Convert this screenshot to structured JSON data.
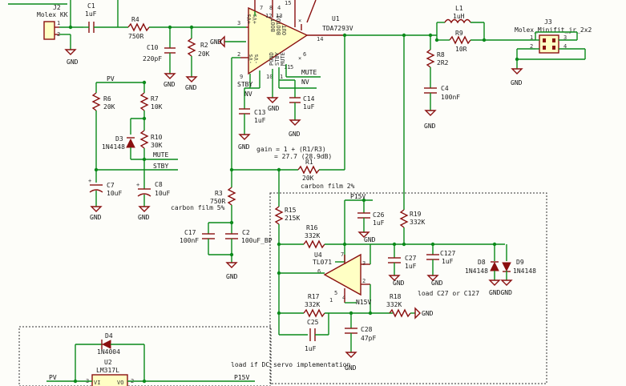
{
  "schematic": {
    "connectors": {
      "J2": {
        "ref": "J2",
        "value": "Molex KK",
        "pin1": "1",
        "pin2": "2"
      },
      "J3": {
        "ref": "J3",
        "value": "Molex_Minifit_jr_2x2",
        "pins": [
          "1",
          "3",
          "2",
          "4"
        ]
      }
    },
    "ic": {
      "U1": {
        "ref": "U1",
        "value": "TDA7293V",
        "pins": [
          "3",
          "2",
          "14",
          "9",
          "10",
          "13",
          "12",
          "6",
          "1",
          "4",
          "7",
          "8",
          "15",
          "5",
          "11"
        ],
        "internal_labels": [
          "+Vs",
          "+Vs",
          "-Vs",
          "-Vs",
          "BOOT",
          "BOOTDI",
          "OUT",
          "PGND",
          "STBY",
          "MUTE"
        ]
      },
      "U2": {
        "ref": "U2",
        "value": "LM317L",
        "pin_vi": "3",
        "pin_vo": "2",
        "vi": "VI",
        "vo": "VO"
      },
      "U4": {
        "ref": "U4",
        "value": "TL071",
        "pins": [
          "6",
          "3",
          "2",
          "7",
          "4",
          "5",
          "1"
        ]
      }
    },
    "resistors": [
      {
        "ref": "R4",
        "value": "750R"
      },
      {
        "ref": "R2",
        "value": "20K"
      },
      {
        "ref": "R6",
        "value": "20K"
      },
      {
        "ref": "R7",
        "value": "10K"
      },
      {
        "ref": "R10",
        "value": "30K"
      },
      {
        "ref": "R3",
        "value": "750R"
      },
      {
        "ref": "R1",
        "value": "20K"
      },
      {
        "ref": "R8",
        "value": "2R2"
      },
      {
        "ref": "R9",
        "value": "10R"
      },
      {
        "ref": "R15",
        "value": "215K"
      },
      {
        "ref": "R16",
        "value": "332K"
      },
      {
        "ref": "R17",
        "value": "332K"
      },
      {
        "ref": "R18",
        "value": "332K"
      },
      {
        "ref": "R19",
        "value": "332K"
      }
    ],
    "capacitors": [
      {
        "ref": "C1",
        "value": "1uF"
      },
      {
        "ref": "C10",
        "value": "220pF"
      },
      {
        "ref": "C13",
        "value": "1uF"
      },
      {
        "ref": "C14",
        "value": "1uF"
      },
      {
        "ref": "C7",
        "value": "10uF"
      },
      {
        "ref": "C8",
        "value": "10uF"
      },
      {
        "ref": "C17",
        "value": "100nF"
      },
      {
        "ref": "C2",
        "value": "100uF_BP"
      },
      {
        "ref": "C4",
        "value": "100nF"
      },
      {
        "ref": "C26",
        "value": "1uF"
      },
      {
        "ref": "C27",
        "value": "1uF"
      },
      {
        "ref": "C127",
        "value": "1uF"
      },
      {
        "ref": "C28",
        "value": "47pF"
      },
      {
        "ref": "C25",
        "value": "1uF"
      }
    ],
    "inductors": [
      {
        "ref": "L1",
        "value": "1uH"
      }
    ],
    "diodes": [
      {
        "ref": "D3",
        "value": "1N4148"
      },
      {
        "ref": "D8",
        "value": "1N4148"
      },
      {
        "ref": "D9",
        "value": "1N4148"
      },
      {
        "ref": "D4",
        "value": "1N4004"
      }
    ],
    "nets": {
      "gnd": "GND",
      "pv": "PV",
      "nv": "NV",
      "mute": "MUTE",
      "stby": "STBY",
      "p15v": "P15V",
      "n15v": "N15V",
      "gnd0": "GND"
    },
    "notes": {
      "gain_line1": "gain = 1 + (R1/R3)",
      "gain_line2": "= 27.7 (28.9dB)",
      "carbon_r1": "carbon film 2%",
      "carbon_r3": "carbon film 5%",
      "load_c27": "load C27 or C127",
      "load_servo": "load if DC servo implementation",
      "gndgnd": "GNDGND"
    }
  }
}
